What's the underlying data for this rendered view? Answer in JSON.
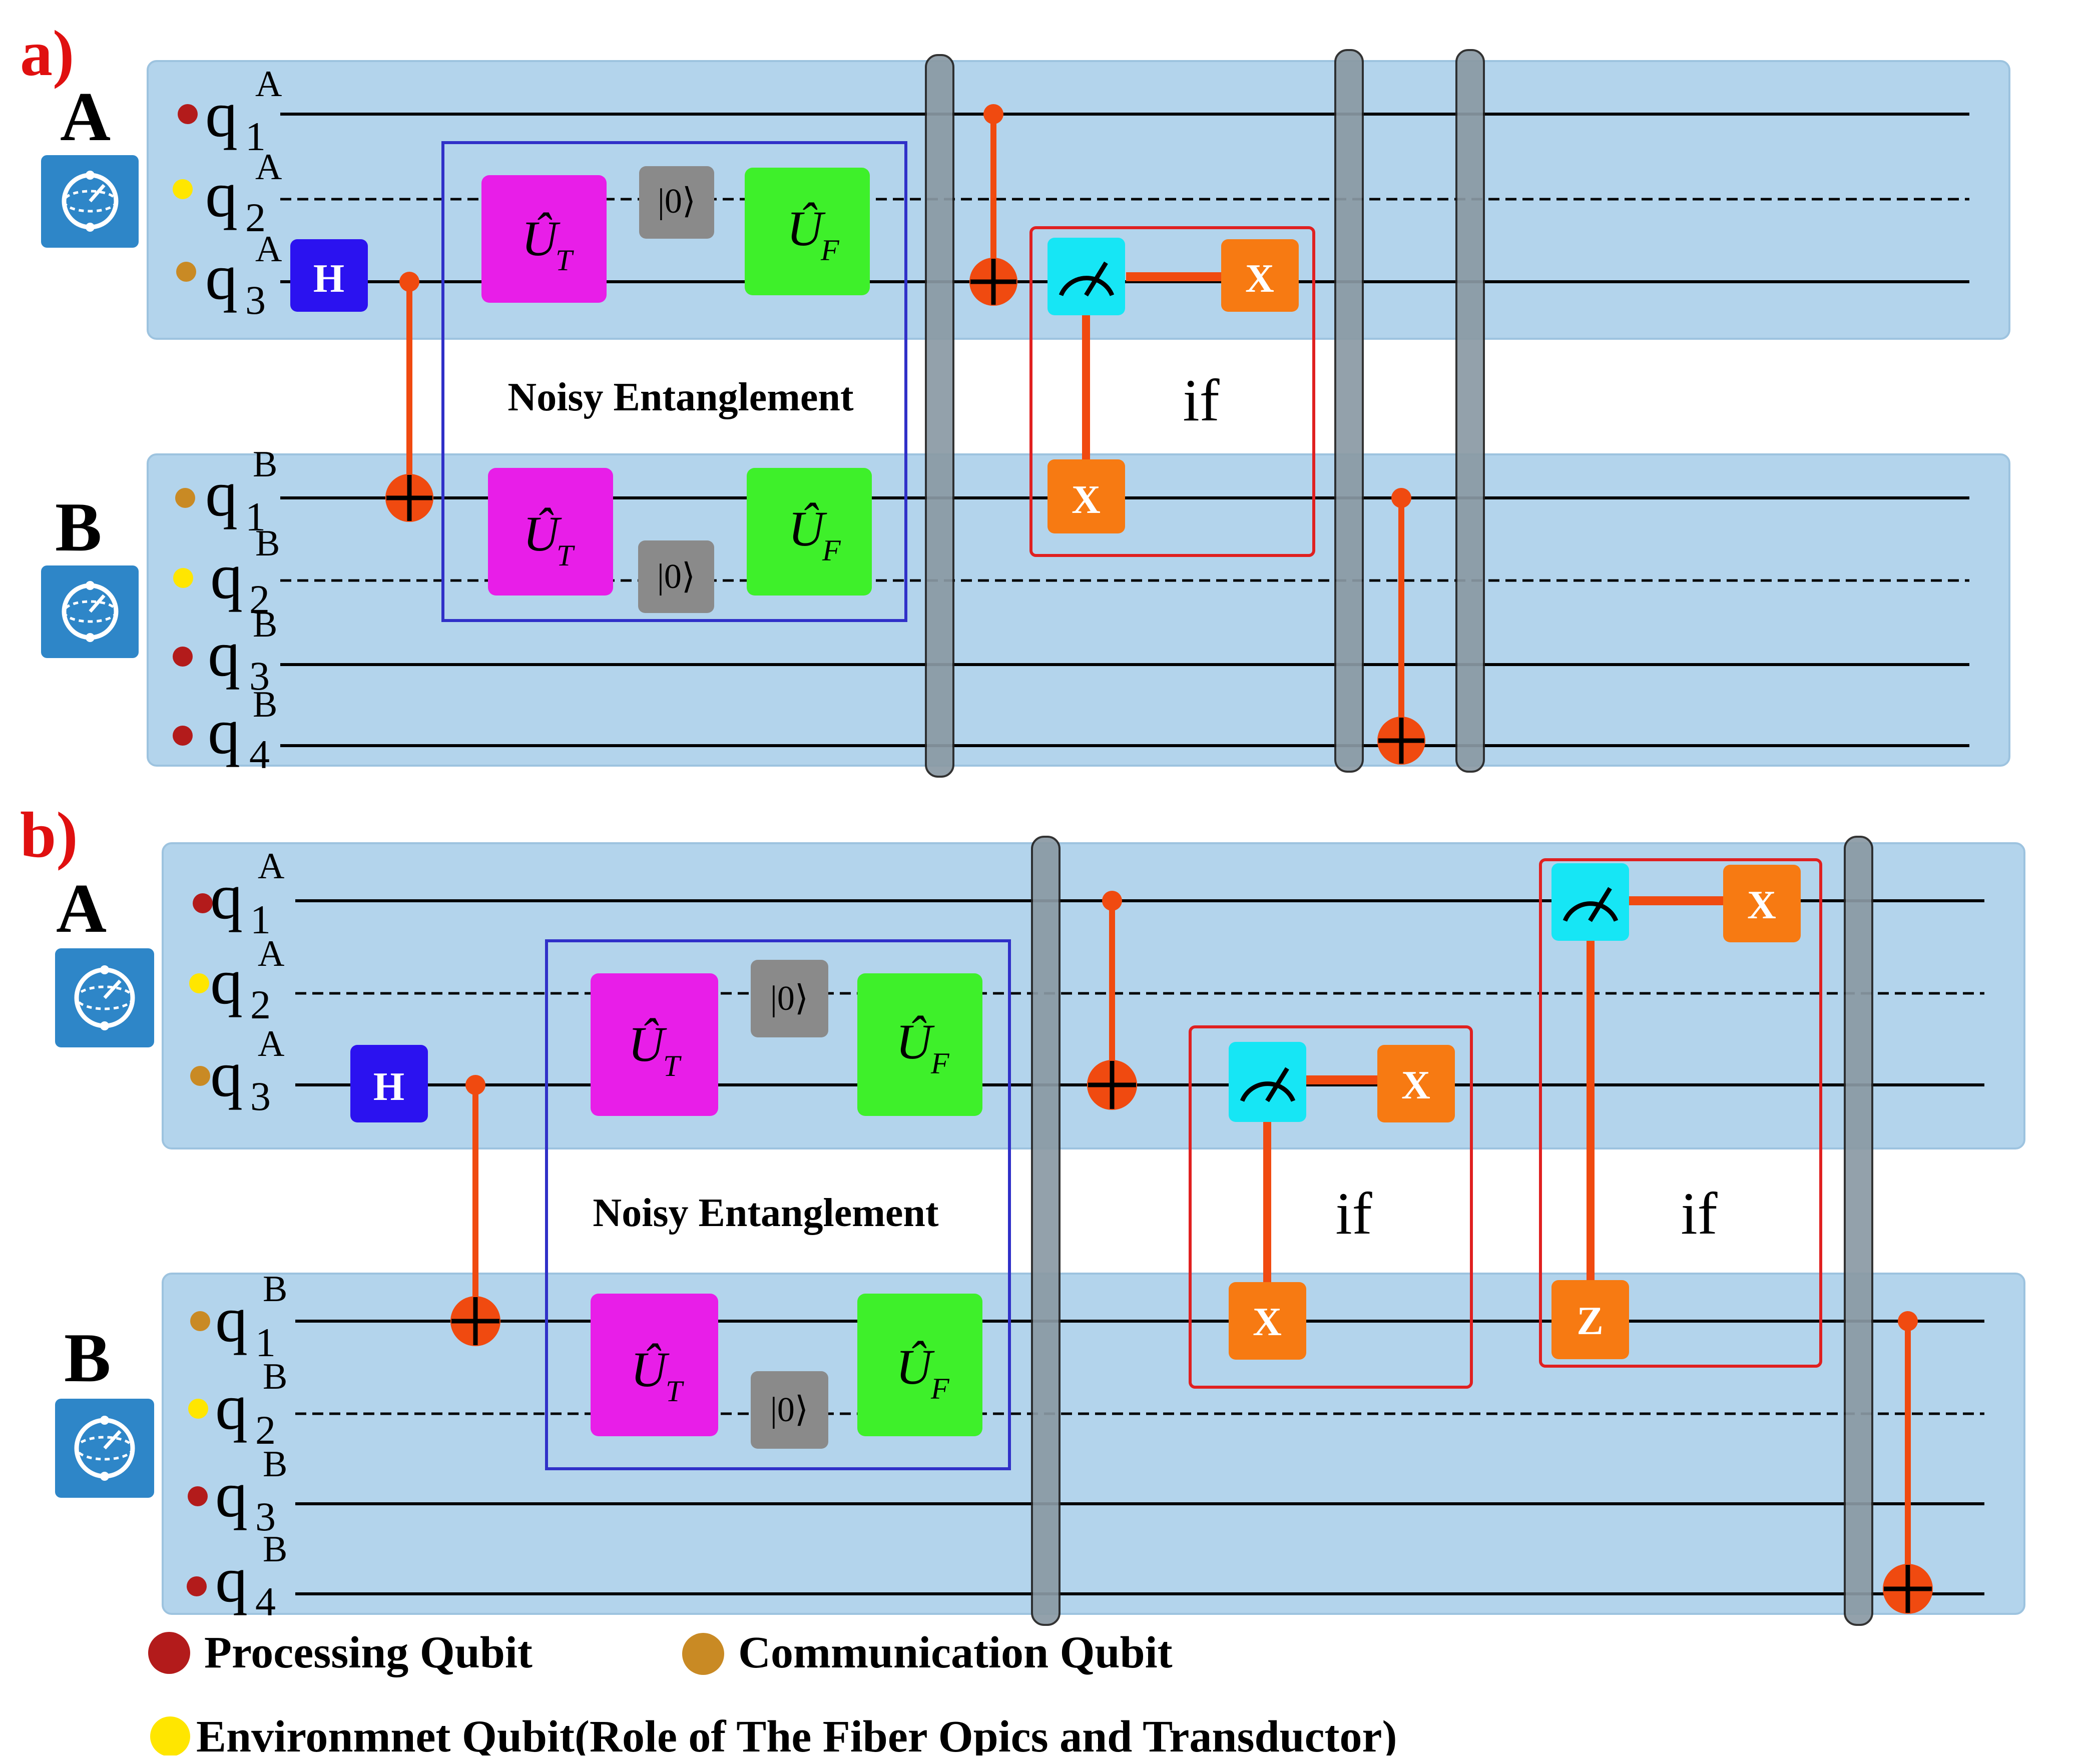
{
  "panels": [
    {
      "label": "a)",
      "node_a": "A",
      "node_b": "B",
      "qubits_a": [
        {
          "name": "q",
          "sub": "1",
          "sup": "A"
        },
        {
          "name": "q",
          "sub": "2",
          "sup": "A"
        },
        {
          "name": "q",
          "sub": "3",
          "sup": "A"
        }
      ],
      "qubits_b": [
        {
          "name": "q",
          "sub": "1",
          "sup": "B"
        },
        {
          "name": "q",
          "sub": "2",
          "sup": "B"
        },
        {
          "name": "q",
          "sub": "3",
          "sup": "B"
        },
        {
          "name": "q",
          "sub": "4",
          "sup": "B"
        }
      ],
      "box_title": "Noisy Entanglement",
      "if_labels": [
        "if"
      ]
    },
    {
      "label": "b)",
      "node_a": "A",
      "node_b": "B",
      "qubits_a": [
        {
          "name": "q",
          "sub": "1",
          "sup": "A"
        },
        {
          "name": "q",
          "sub": "2",
          "sup": "A"
        },
        {
          "name": "q",
          "sub": "3",
          "sup": "A"
        }
      ],
      "qubits_b": [
        {
          "name": "q",
          "sub": "1",
          "sup": "B"
        },
        {
          "name": "q",
          "sub": "2",
          "sup": "B"
        },
        {
          "name": "q",
          "sub": "3",
          "sup": "B"
        },
        {
          "name": "q",
          "sub": "4",
          "sup": "B"
        }
      ],
      "box_title": "Noisy Entanglement",
      "if_labels": [
        "if",
        "if"
      ]
    }
  ],
  "gates": {
    "hadamard": "H",
    "pauli_x": "X",
    "pauli_z": "Z",
    "reset_ket": "|0⟩",
    "unitary_t": {
      "base": "Û",
      "sub": "T"
    },
    "unitary_f": {
      "base": "Û",
      "sub": "F"
    }
  },
  "legend": {
    "processing": "Processing Qubit",
    "communication": "Communication Qubit",
    "environment": "Environmnet Qubit(Role of The Fiber Opics and Transductor)"
  },
  "colors": {
    "region": "#b3d4ec",
    "processing": "#b31b1b",
    "communication": "#c98a24",
    "environment": "#ffe600",
    "hadamard": "#2b12f0",
    "unitary_t": "#e81ee8",
    "unitary_f": "#3ef02a",
    "reset": "#8a8a8a",
    "measure": "#16e6f5",
    "pauli": "#f77a12",
    "wire": "#f04a10",
    "barrier": "#8a9aa4",
    "if_box": "#e02020",
    "ent_box": "#3030c8",
    "node_icon": "#2e86c8"
  }
}
